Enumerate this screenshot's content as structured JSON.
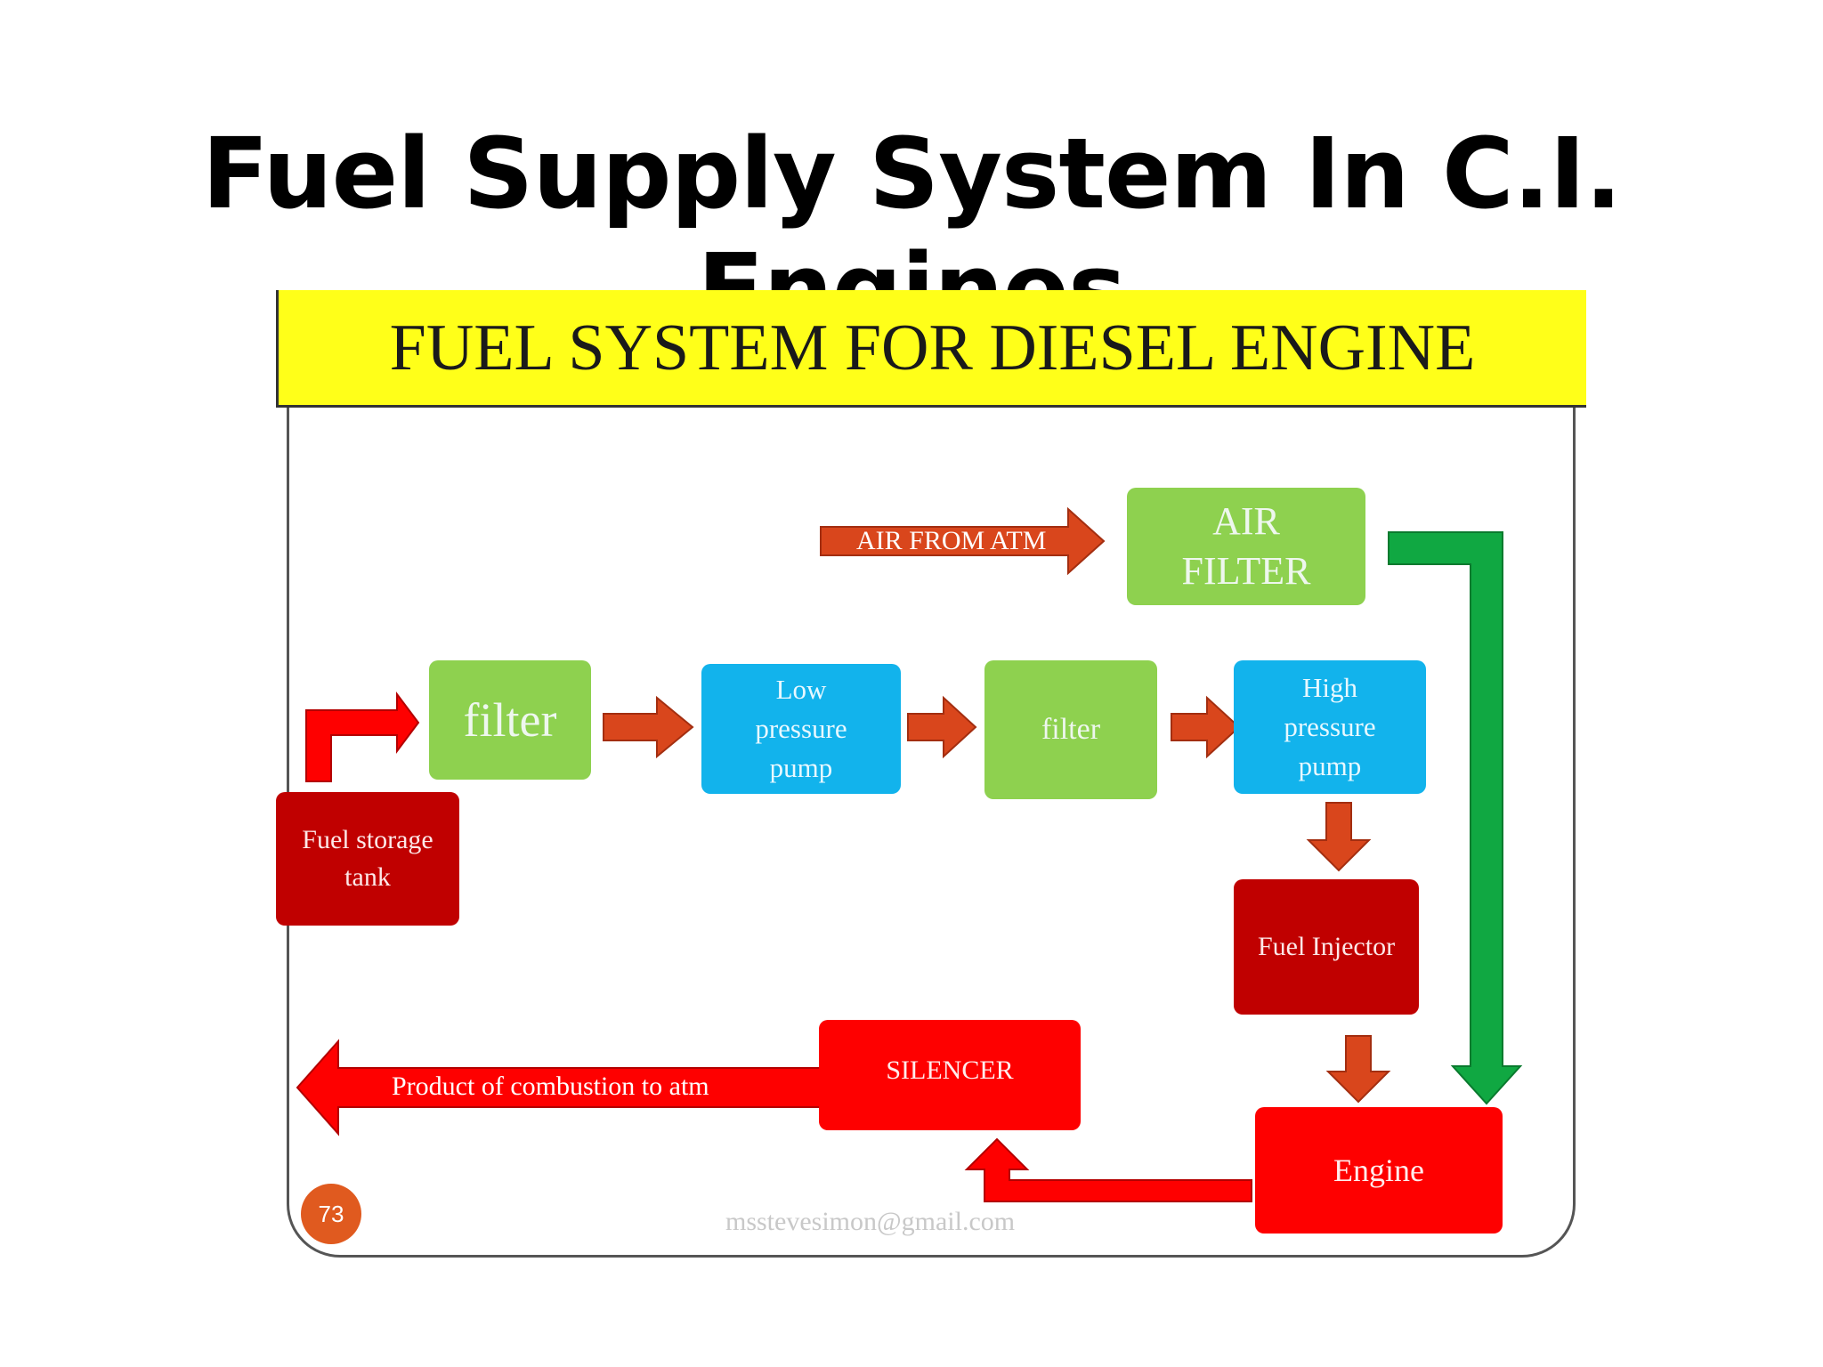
{
  "slide": {
    "title": "Fuel Supply System In C.I. Engines",
    "diagram_title": "FUEL SYSTEM FOR DIESEL ENGINE",
    "page_number": "73",
    "watermark": "msstevesimon@gmail.com"
  },
  "nodes": {
    "air_filter": "AIR\nFILTER",
    "filter_1": "filter",
    "low_pressure_pump": "Low\npressure\npump",
    "filter_2": "filter",
    "high_pressure_pump": "High\npressure\npump",
    "fuel_storage_tank": "Fuel storage\ntank",
    "fuel_injector": "Fuel Injector",
    "silencer": "SILENCER",
    "engine": "Engine"
  },
  "arrow_labels": {
    "air_from_atm": "AIR FROM ATM",
    "exhaust": "Product of combustion to atm"
  },
  "colors": {
    "banner": "#ffff19",
    "green_box": "#8ed14f",
    "blue_box": "#12b3ec",
    "dark_red_box": "#c00000",
    "red_box": "#fe0000",
    "orange_arrow": "#d9461c",
    "green_arrow": "#10a842"
  }
}
